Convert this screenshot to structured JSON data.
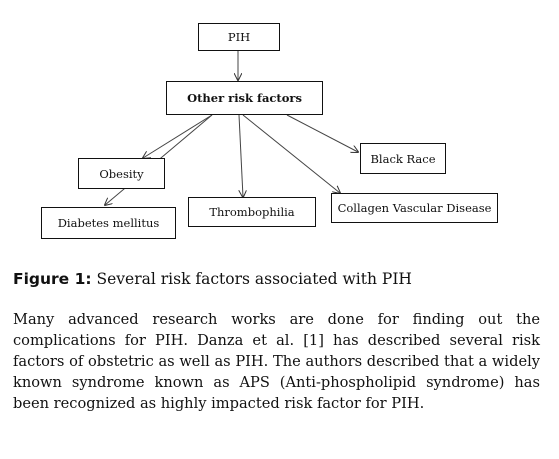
{
  "diagram": {
    "nodes": {
      "pih": "PIH",
      "other_risk_factors": "Other risk factors",
      "obesity": "Obesity",
      "diabetes_mellitus": "Diabetes mellitus",
      "thrombophilia": "Thrombophilia",
      "collagen_vascular_disease": "Collagen Vascular Disease",
      "black_race": "Black Race"
    }
  },
  "caption": {
    "label": "Figure 1:",
    "text": " Several risk factors associated with PIH"
  },
  "paragraph": "Many advanced research works are done for finding out the complications for PIH. Danza et al. [1] has described several risk factors of obstetric as well as PIH. The authors described that a widely known syndrome known as APS (Anti-phospholipid syndrome) has been recognized as highly impacted risk factor for PIH."
}
